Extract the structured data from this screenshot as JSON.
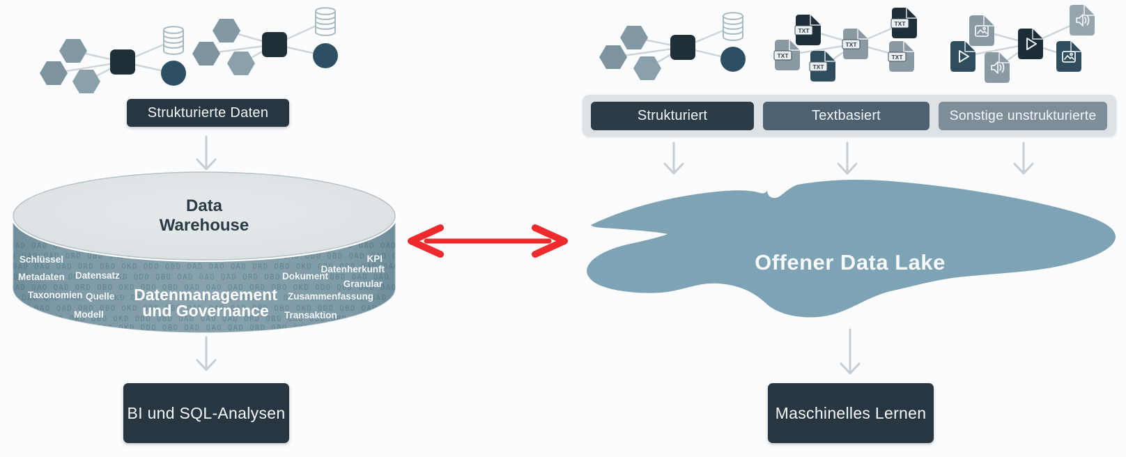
{
  "left_panel": {
    "source_label": "Strukturierte Daten",
    "warehouse": {
      "title_line1": "Data",
      "title_line2": "Warehouse",
      "center_line1": "Datenmanagement",
      "center_line2": "und Governance",
      "terms_left": [
        "Schlüssel",
        "Metadaten",
        "Datensatz",
        "Taxonomien",
        "Quelle",
        "Modell"
      ],
      "terms_right": [
        "KPI",
        "Datenherkunft",
        "Dokument",
        "Granular",
        "Zusammenfassung",
        "Transaktion"
      ],
      "texture_glyphs": "OAD OAO QAD ORD OBO OKD ODO QBD "
    },
    "output_label": "BI und SQL-Analysen"
  },
  "right_panel": {
    "categories": [
      "Strukturiert",
      "Textbasiert",
      "Sonstige unstrukturierte"
    ],
    "file_badge": "TXT",
    "lake_label": "Offener Data Lake",
    "output_label": "Maschinelles Lernen"
  },
  "icons": {
    "network_cluster": [
      "hexagon-node-icon",
      "square-node-icon",
      "database-icon",
      "circle-node-icon"
    ],
    "text_file_cluster": "txt-file-icon",
    "media_file_cluster": [
      "video-file-icon",
      "image-file-icon",
      "audio-file-icon"
    ],
    "connectors": [
      "down-arrow-icon",
      "bidirectional-arrow-icon"
    ]
  },
  "colors": {
    "dark_box": "#273641",
    "category_bar_background": "#dce2e5",
    "category_structured": "#2b3c47",
    "category_textbased": "#4e6170",
    "category_other": "#7e8e99",
    "warehouse_body": "#7e9aa6",
    "warehouse_top": "#e1e6e8",
    "lake_fill": "#7ea3b5",
    "arrow_gray": "#c5ced4",
    "arrow_red": "#ee2a2c",
    "node_dark": "#1f3039",
    "node_teal": "#2d4f63",
    "node_gray": "#8298a4"
  }
}
